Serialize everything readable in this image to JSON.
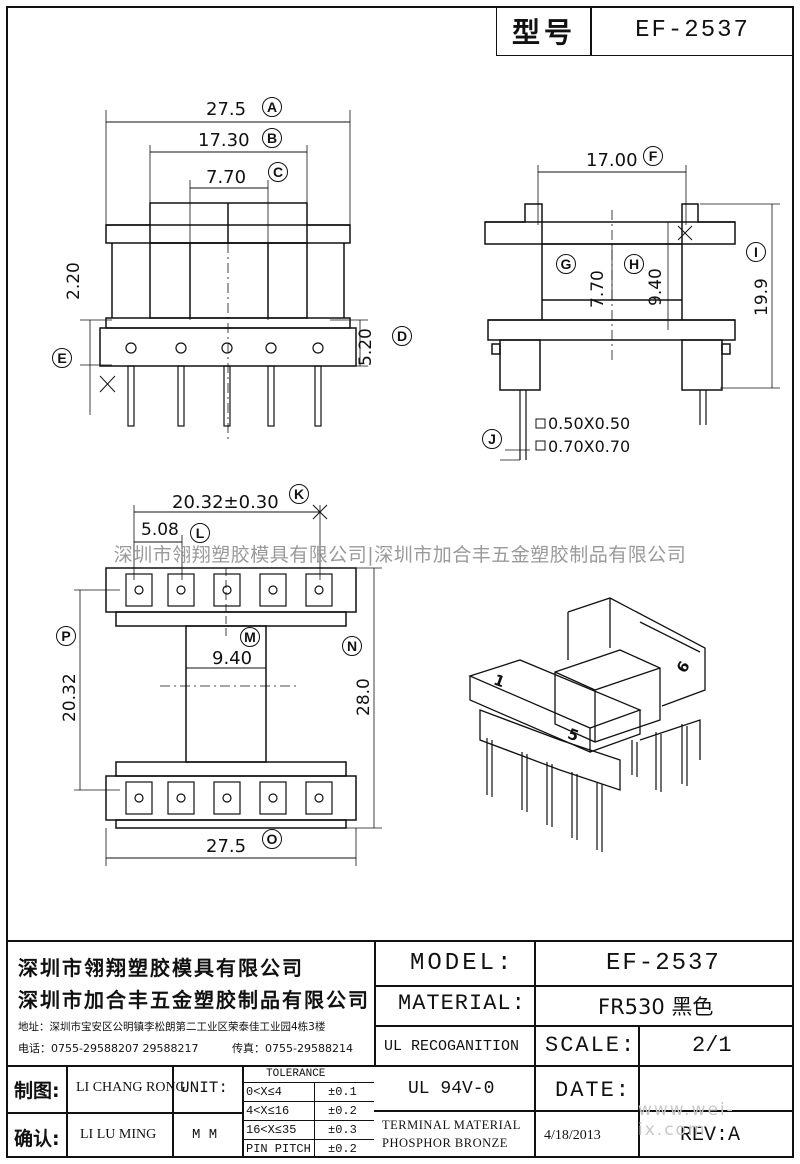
{
  "header": {
    "model_label": "型号",
    "model_value": "EF-2537"
  },
  "dimensions": {
    "A": "27.5",
    "B": "17.30",
    "C": "7.70",
    "D": "5.20",
    "E": "2.20",
    "F": "17.00",
    "G": "7.70",
    "H": "9.40",
    "I": "19.9",
    "J1": "0.50X0.50",
    "J2": "0.70X0.70",
    "K": "20.32±0.30",
    "L": "5.08",
    "M": "9.40",
    "N": "28.0",
    "O": "27.5",
    "P": "20.32"
  },
  "callouts": [
    "A",
    "B",
    "C",
    "D",
    "E",
    "F",
    "G",
    "H",
    "I",
    "J",
    "K",
    "L",
    "M",
    "N",
    "O",
    "P"
  ],
  "watermark": "深圳市翎翔塑胶模具有限公司|深圳市加合丰五金塑胶制品有限公司",
  "title_block": {
    "company1": "深圳市翎翔塑胶模具有限公司",
    "company2": "深圳市加合丰五金塑胶制品有限公司",
    "address": "地址：深圳市宝安区公明镇李松朗第二工业区荣泰佳工业园4栋3楼",
    "phone": "电话：0755-29588207  29588217",
    "fax": "传真：0755-29588214",
    "model_label": "MODEL:",
    "model_value": "EF-2537",
    "material_label": "MATERIAL:",
    "material_value": "FR530 黑色",
    "ul_label": "UL RECOGANITION",
    "ul_value": "UL 94V-0",
    "scale_label": "SCALE:",
    "scale_value": "2/1",
    "date_label": "DATE:",
    "date_value": "4/18/2013",
    "rev": "REV:A",
    "terminal1": "TERMINAL MATERIAL",
    "terminal2": "PHOSPHOR  BRONZE",
    "drawn_label": "制图:",
    "drawn_name": "LI CHANG RONG",
    "checked_label": "确认:",
    "checked_name": "LI LU MING",
    "unit_label": "UNIT:",
    "unit_value": "M M",
    "tolerance_title": "TOLERANCE",
    "tolerances": [
      {
        "range": "0<X≤4",
        "value": "±0.1"
      },
      {
        "range": "4<X≤16",
        "value": "±0.2"
      },
      {
        "range": "16<X≤35",
        "value": "±0.3"
      },
      {
        "range": "PIN PITCH",
        "value": "±0.2"
      }
    ],
    "website": "www.wei-ix.com"
  },
  "pin_labels": {
    "one": "1",
    "five": "5",
    "six": "6"
  }
}
